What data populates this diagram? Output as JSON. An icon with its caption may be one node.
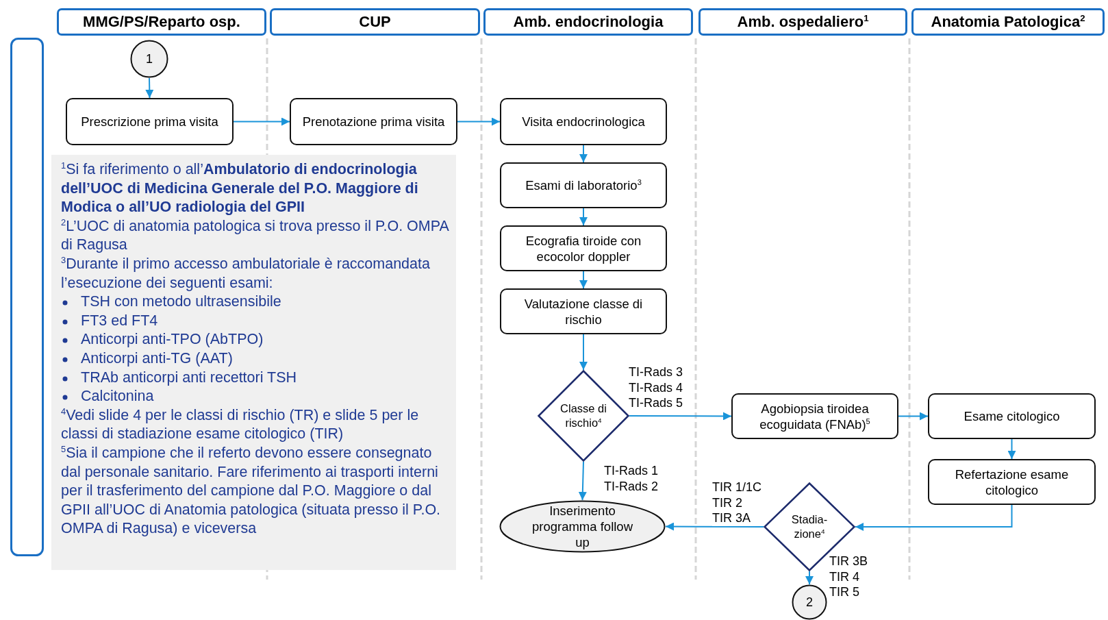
{
  "diagram": {
    "nodes": [
      {
        "text": [
          "MMG/PS/Reparto osp."
        ]
      },
      {
        "text": [
          "CUP"
        ]
      },
      {
        "text": [
          "Amb. endocrinologia"
        ]
      },
      {
        "text": [
          "Amb. ospedaliero$^{1}$"
        ]
      },
      {
        "text": [
          "Anatomia Patologica$^{2}$"
        ]
      },
      {
        "text": [],
        "shape": "box"
      },
      {
        "text": [
          "1"
        ]
      },
      {
        "text": [
          "Prescrizione prima visita"
        ]
      },
      {
        "text": [
          "Prenotazione prima visita"
        ]
      },
      {
        "text": [
          "Visita endocrinologica"
        ]
      },
      {
        "text": [
          "Esami di laboratorio$^{3}$"
        ]
      },
      {
        "text": [
          "Ecografia tiroide con ecocolor doppler"
        ]
      },
      {
        "text": [
          "Valutazione classe di rischio"
        ]
      },
      {
        "text": [
          "Classe di rischio$^{4}$"
        ]
      },
      {
        "text": [
          "Agobiopsia tiroidea ecoguidata (FNAb)$^{5}$"
        ]
      },
      {
        "text": [
          "Esame citologico"
        ]
      },
      {
        "text": [
          "Refertazione esame citologico"
        ]
      },
      {
        "text": [
          "Inserimento programma follow up"
        ]
      },
      {
        "text": [
          "Stadia- zione$^{4}$"
        ]
      },
      {
        "text": [
          "2"
        ]
      },
      {
        "text": [
          "$^{1}$Si fa riferimento o all’**Ambulatorio di endocrinologia dell’UOC di Medicina Generale del P.O. Maggiore di Modica o all’UO radiologia del GPII**",
          "$^{2}$L’UOC di anatomia patologica si trova presso il P.O. OMPA di Ragusa",
          "$^{3}$Durante il primo accesso ambulatoriale è raccomandata l’esecuzione dei seguenti esami:",
          "TSH con metodo ultrasensibile",
          "FT3 ed FT4",
          "Anticorpi anti-TPO (AbTPO)",
          "Anticorpi anti-TG (AAT)",
          "TRAb anticorpi anti recettori TSH",
          "Calcitonina",
          "$^{4}$Vedi slide 4 per le classi di rischio (TR) e slide 5 per le classi di stadiazione esame citologico (TIR)",
          "$^{5}$Sia il campione che il referto devono essere consegnato dal personale sanitario. Fare riferimento ai trasporti interni per il trasferimento del campione dal P.O. Maggiore o dal GPII all’UOC di Anatomia patologica (situata presso il P.O. OMPA di Ragusa) e viceversa"
        ]
      }
    ],
    "edges": [
      {
        "from": 6,
        "to": 7,
        "arrow": "to"
      },
      {
        "from": 7,
        "to": 8,
        "arrow": "to"
      },
      {
        "from": 8,
        "to": 9,
        "arrow": "to"
      },
      {
        "from": 9,
        "to": 10,
        "arrow": "to"
      },
      {
        "from": 10,
        "to": 11,
        "arrow": "to"
      },
      {
        "from": 11,
        "to": 12,
        "arrow": "to"
      },
      {
        "from": 12,
        "to": 13,
        "arrow": "to"
      },
      {
        "from": 13,
        "to": 14,
        "arrow": "to",
        "label": "TI-Rads 3 TI-Rads 4 TI-Rads 5"
      },
      {
        "from": 13,
        "to": 17,
        "arrow": "to",
        "label": "TI-Rads 1 TI-Rads 2"
      },
      {
        "from": 14,
        "to": 15,
        "arrow": "to"
      },
      {
        "from": 15,
        "to": 16,
        "arrow": "to"
      },
      {
        "from": 16,
        "to": 18,
        "arrow": "to"
      },
      {
        "from": 18,
        "to": 17,
        "arrow": "to",
        "label": "TIR 1/1C TIR 2 TIR 3A"
      },
      {
        "from": 18,
        "to": 19,
        "arrow": "to",
        "label": "TIR 3B TIR 4 TIR 5"
      }
    ]
  }
}
